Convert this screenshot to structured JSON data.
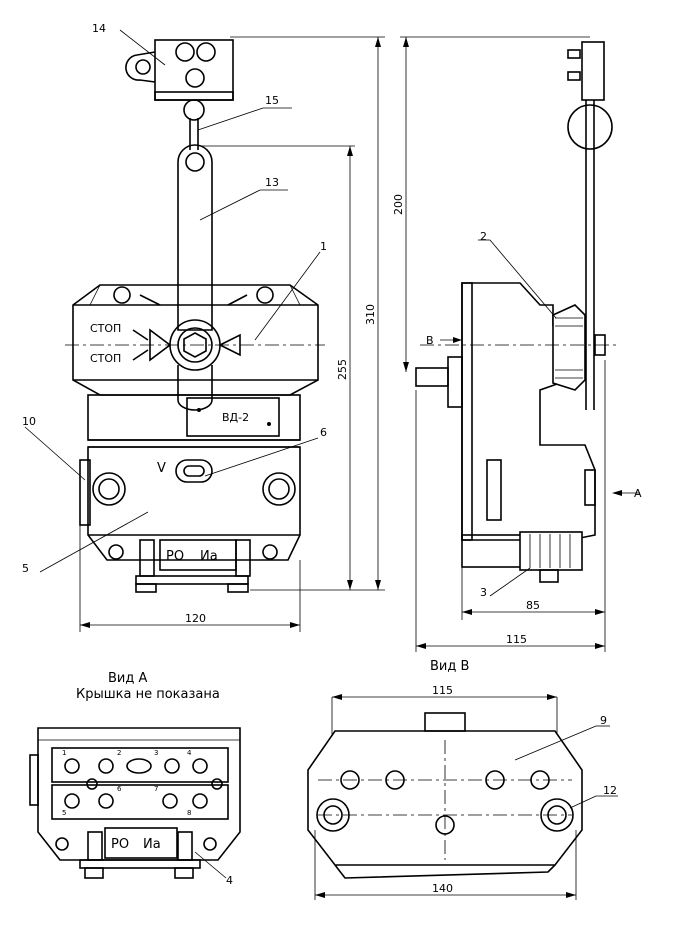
{
  "callouts": {
    "c14": "14",
    "c15": "15",
    "c13": "13",
    "c1": "1",
    "c10": "10",
    "c6": "6",
    "c5": "5",
    "c2": "2",
    "c3": "3",
    "c4": "4",
    "c9": "9",
    "c12": "12"
  },
  "dimensions": {
    "d120": "120",
    "d310": "310",
    "d255": "255",
    "d200": "200",
    "d85": "85",
    "d115_side": "115",
    "d115_top": "115",
    "d140": "140"
  },
  "labels": {
    "stop_top": "СТОП",
    "stop_bottom": "СТОП",
    "model_plate": "ВД-2",
    "v_mark": "V",
    "plate_po": "РО",
    "plate_ia": "Иа",
    "plate_po_a": "РО",
    "plate_ia_a": "Иа",
    "section_b_marker": "В",
    "view_a_arrow": "А",
    "view_a_title": "Вид А",
    "view_a_subtitle": "Крышка не показана",
    "view_b_title": "Вид В"
  },
  "terminals": {
    "t1": "1",
    "t2": "2",
    "t3": "3",
    "t4": "4",
    "t5": "5",
    "t6": "6",
    "t7": "7",
    "t8": "8"
  }
}
